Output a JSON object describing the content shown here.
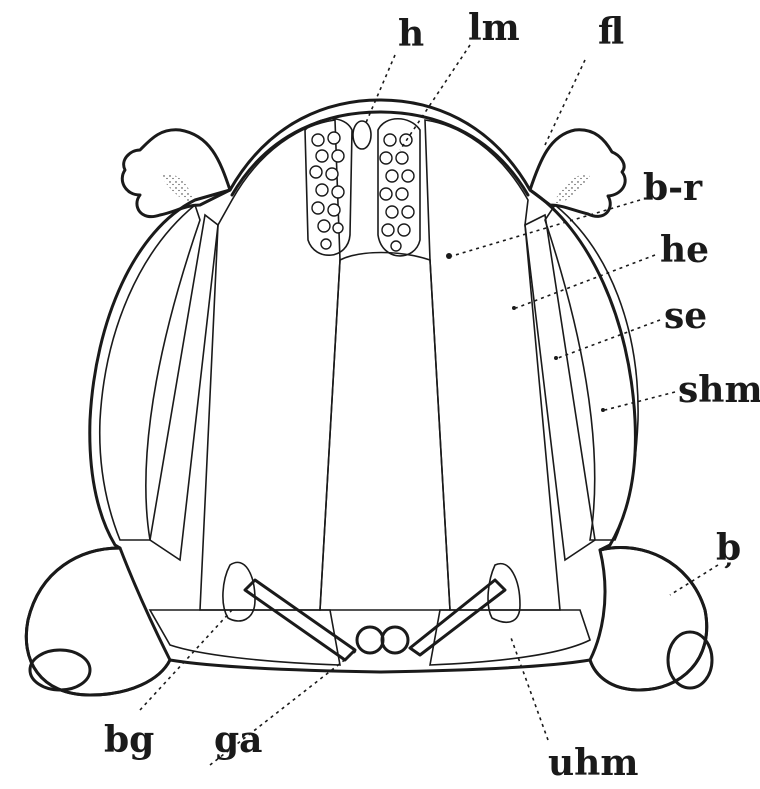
{
  "labels": {
    "h": "h",
    "lm": "lm",
    "fl": "fl",
    "br": "b-r",
    "he": "he",
    "se": "se",
    "shm": "shm",
    "b1": "b̦",
    "bg": "bg",
    "ga": "ga",
    "uhm": "uhm"
  },
  "colors": {
    "ink": "#1a1a1a",
    "paper": "#ffffff"
  }
}
